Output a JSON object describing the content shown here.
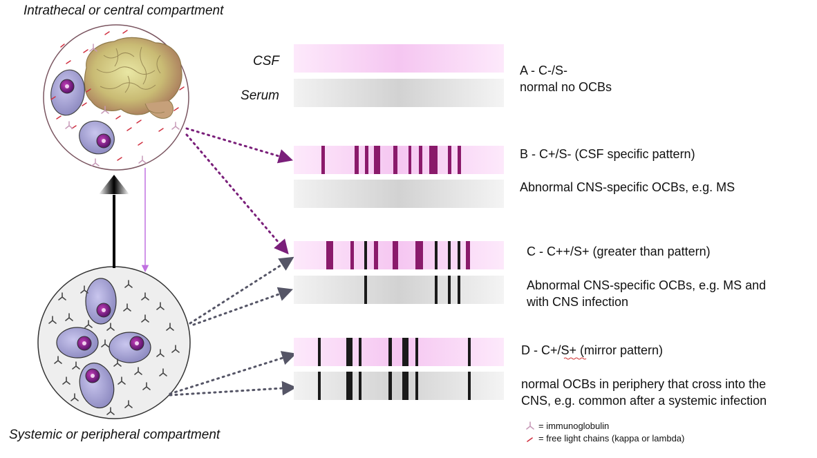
{
  "compartments": {
    "central": "Intrathecal or central compartment",
    "peripheral": "Systemic or peripheral compartment"
  },
  "lane_labels": {
    "csf": "CSF",
    "serum": "Serum"
  },
  "patterns": [
    {
      "title": "A - C-/S-",
      "description": "normal no OCBs"
    },
    {
      "title": "B - C+/S- (CSF specific pattern)",
      "description": "Abnormal CNS-specific OCBs, e.g. MS"
    },
    {
      "title": "C - C++/S+ (greater than pattern)",
      "description_line1": "Abnormal CNS-specific OCBs, e.g. MS and",
      "description_line2": "with CNS infection"
    },
    {
      "title": "D - C+/S+ (mirror pattern)",
      "description_line1": "normal OCBs in periphery that cross into the",
      "description_line2": "CNS, e.g. common after a systemic infection"
    }
  ],
  "legend": [
    {
      "icon": "immunoglobulin-icon",
      "text": "= immunoglobulin"
    },
    {
      "icon": "light-chain-icon",
      "text": "= free light chains (kappa or lambda)"
    }
  ],
  "colors": {
    "csf_lane": "#f9d6f7",
    "serum_lane": "#d9d9d9",
    "magenta_band": "#8a1a6b",
    "dark_band": "#1a1a1a",
    "purple_arrow": "#7a1f7a",
    "gray_arrow": "#555566",
    "cell_body": "#9a97c9",
    "nucleus": "#6a1f7a"
  }
}
